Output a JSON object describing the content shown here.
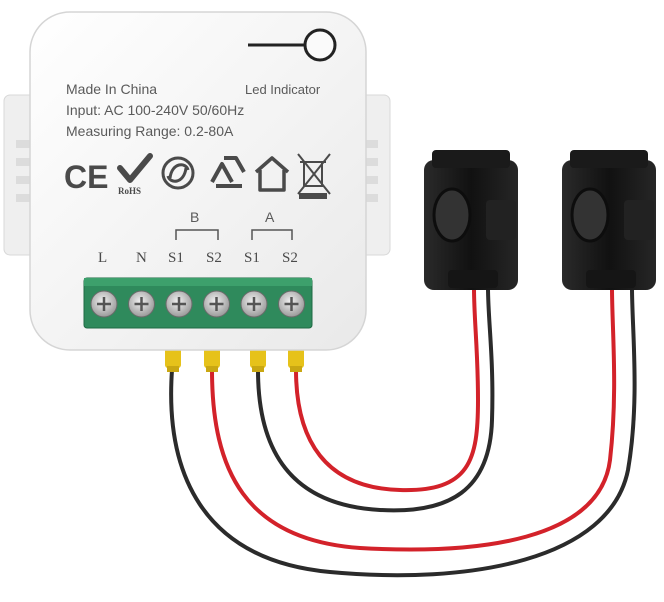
{
  "device": {
    "made_in": "Made In China",
    "input": "Input: AC 100-240V 50/60Hz",
    "measuring_range": "Measuring Range: 0.2-80A",
    "led_label": "Led Indicator",
    "rohs": "RoHS",
    "ce": "CE"
  },
  "terminals": {
    "group_b": "B",
    "group_a": "A",
    "labels": [
      "L",
      "N",
      "S1",
      "S2",
      "S1",
      "S2"
    ]
  },
  "colors": {
    "body": "#f4f4f4",
    "terminal_block": "#2f8a5c",
    "wire_red": "#d3222a",
    "wire_black": "#2b2b2b",
    "ferrule": "#e6c21a",
    "clamp": "#1c1c1c"
  },
  "icons": [
    "ce-mark-icon",
    "rohs-check-icon",
    "green-dot-icon",
    "recycle-icon",
    "house-icon",
    "weee-bin-icon",
    "led-indicator-icon",
    "screw-icon"
  ]
}
